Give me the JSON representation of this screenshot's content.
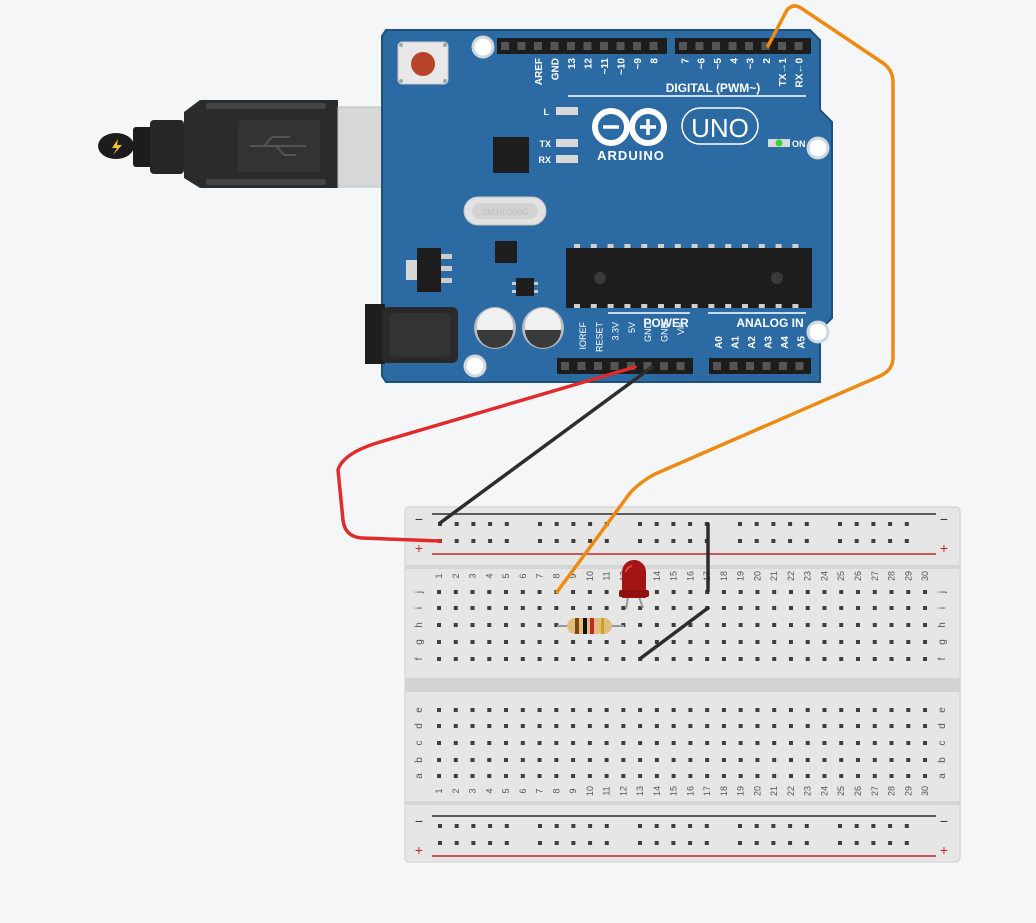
{
  "arduino": {
    "brand": "ARDUINO",
    "model": "UNO",
    "on_label": "ON",
    "crystal_label": "SM16.000G",
    "led_labels": {
      "l": "L",
      "tx": "TX",
      "rx": "RX"
    },
    "digital_title": "DIGITAL (PWM~)",
    "digital_pins": [
      "AREF",
      "GND",
      "13",
      "12",
      "~11",
      "~10",
      "~9",
      "8",
      "7",
      "~6",
      "~5",
      "4",
      "~3",
      "2",
      "TX→1",
      "RX←0"
    ],
    "power_title": "POWER",
    "power_pins": [
      "IOREF",
      "RESET",
      "3.3V",
      "5V",
      "GND",
      "GND",
      "Vin"
    ],
    "analog_title": "ANALOG IN",
    "analog_pins": [
      "A0",
      "A1",
      "A2",
      "A3",
      "A4",
      "A5"
    ]
  },
  "breadboard": {
    "columns": [
      "1",
      "2",
      "3",
      "4",
      "5",
      "6",
      "7",
      "8",
      "9",
      "10",
      "11",
      "12",
      "13",
      "14",
      "15",
      "16",
      "17",
      "18",
      "19",
      "20",
      "21",
      "22",
      "23",
      "24",
      "25",
      "26",
      "27",
      "28",
      "29",
      "30"
    ],
    "rows_top": [
      "j",
      "i",
      "h",
      "g",
      "f"
    ],
    "rows_bottom": [
      "e",
      "d",
      "c",
      "b",
      "a"
    ],
    "rail_minus": "−",
    "rail_plus": "+"
  },
  "wires": [
    {
      "name": "wire-5v-to-positive-rail",
      "color": "#e02b2b"
    },
    {
      "name": "wire-gnd-to-negative-rail",
      "color": "#2d2d2d"
    },
    {
      "name": "wire-pin2-to-column-8",
      "color": "#ee8a12"
    },
    {
      "name": "wire-rail-to-column-17",
      "color": "#2d2d2d"
    },
    {
      "name": "wire-column-17-to-column-13",
      "color": "#2d2d2d"
    }
  ],
  "colors": {
    "board": "#2b6aa3",
    "board_dark": "#1f507d",
    "breadboard": "#e4e4e4",
    "led": "#a31515",
    "power_led": "#3bd13b"
  }
}
